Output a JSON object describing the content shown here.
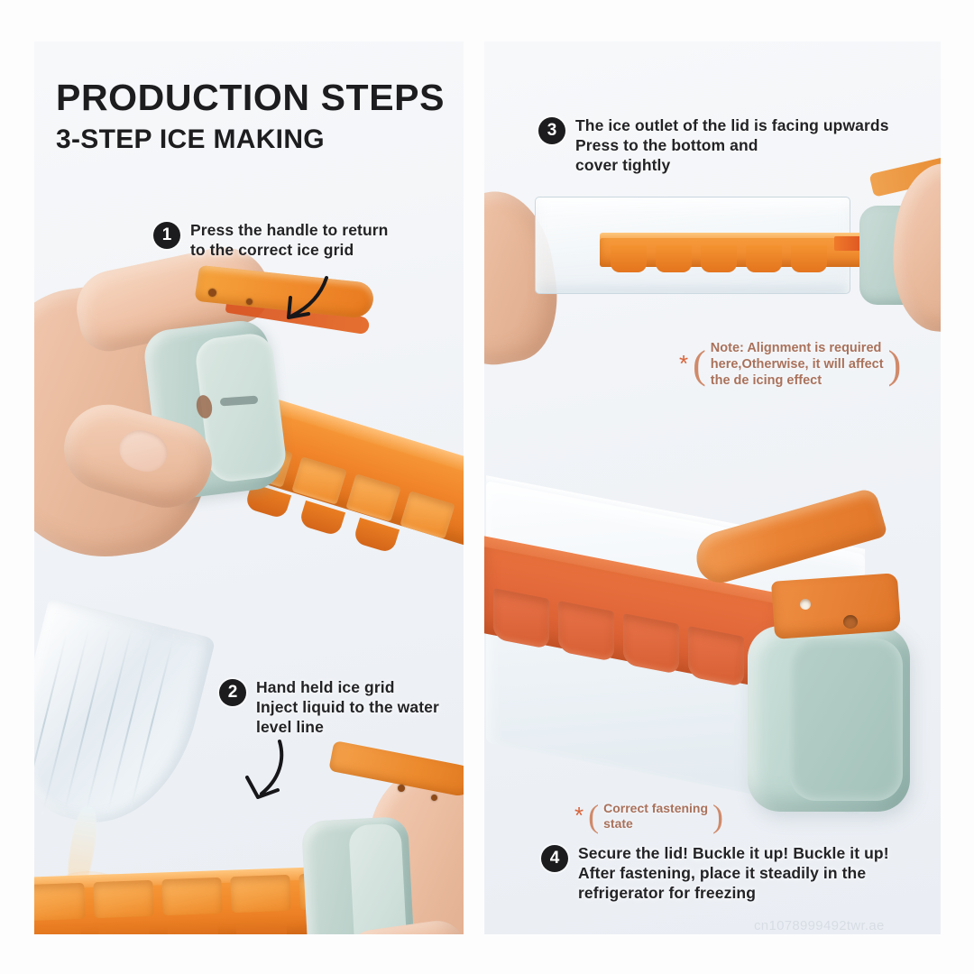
{
  "meta": {
    "headline": "PRODUCTION STEPS",
    "subhead": "3-STEP ICE MAKING",
    "watermark": "cn1078999492twr.ae"
  },
  "colors": {
    "tray_orange": "#f0852a",
    "lid_mint": "#b9d0c9",
    "handle_orange": "#ea8334",
    "note_brown": "#a9715b",
    "star_orange": "#d9643a",
    "badge_dark": "#1c1c1e",
    "panel_bg": "#eff2f6",
    "dashed_red": "#d9382a"
  },
  "steps": [
    {
      "number": "1",
      "text": "Press the handle to return\nto the correct ice grid",
      "line1": "Press the handle to return",
      "line2": "to the correct ice grid"
    },
    {
      "number": "2",
      "text": "Hand held ice grid\nInject liquid to the water\nlevel line",
      "line1": "Hand held ice grid",
      "line2": "Inject liquid to the water",
      "line3": "level line"
    },
    {
      "number": "3",
      "text": "The ice outlet of the lid is facing upwards\nPress to the bottom and\ncover tightly",
      "line1": "The ice outlet of the lid is facing upwards",
      "line2": "Press to the bottom and",
      "line3": "cover tightly"
    },
    {
      "number": "4",
      "text": "Secure the lid! Buckle it up! Buckle it up!\nAfter fastening, place it steadily in the\nrefrigerator for freezing",
      "line1": "Secure the lid! Buckle it up! Buckle it up!",
      "line2": "After fastening, place it steadily in the",
      "line3": "refrigerator for freezing"
    }
  ],
  "notes": [
    {
      "id": "alignment",
      "star": "*",
      "line1": "Note: Alignment is required",
      "line2": "here,Otherwise, it will affect",
      "line3": "the de icing effect"
    },
    {
      "id": "fastening",
      "star": "*",
      "line1": "Correct fastening",
      "line2": "state"
    }
  ]
}
